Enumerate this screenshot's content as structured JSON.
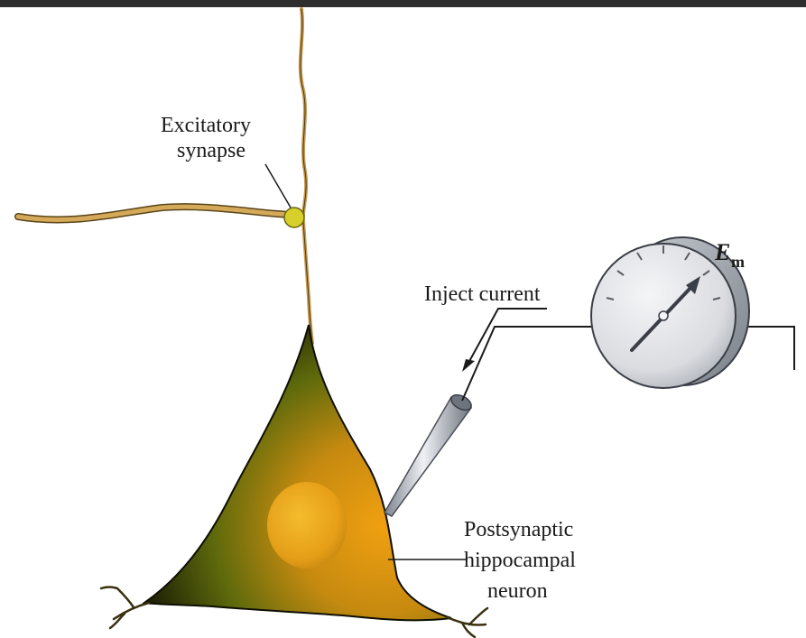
{
  "labels": {
    "synapse_line1": "Excitatory",
    "synapse_line2": "synapse",
    "inject": "Inject current",
    "meter_symbol": "E",
    "meter_subscript": "m",
    "neuron_line1": "Postsynaptic",
    "neuron_line2": "hippocampal",
    "neuron_line3": "neuron"
  },
  "colors": {
    "top_bar": "#2e2e2e",
    "background": "#ffffff",
    "axon": "#c8a050",
    "synapse_bouton": "#d8d030",
    "neuron_dark": "#1a1a06",
    "neuron_mid": "#6a7a10",
    "neuron_light": "#e89a10",
    "nucleus": "#f0b020",
    "meter_face": "#e4e6ea",
    "electrode": "#b8bcc6"
  },
  "icons": {
    "meter": "voltmeter-dial-icon",
    "electrode": "electrode-pipette-icon",
    "arrow": "current-arrow-icon"
  }
}
